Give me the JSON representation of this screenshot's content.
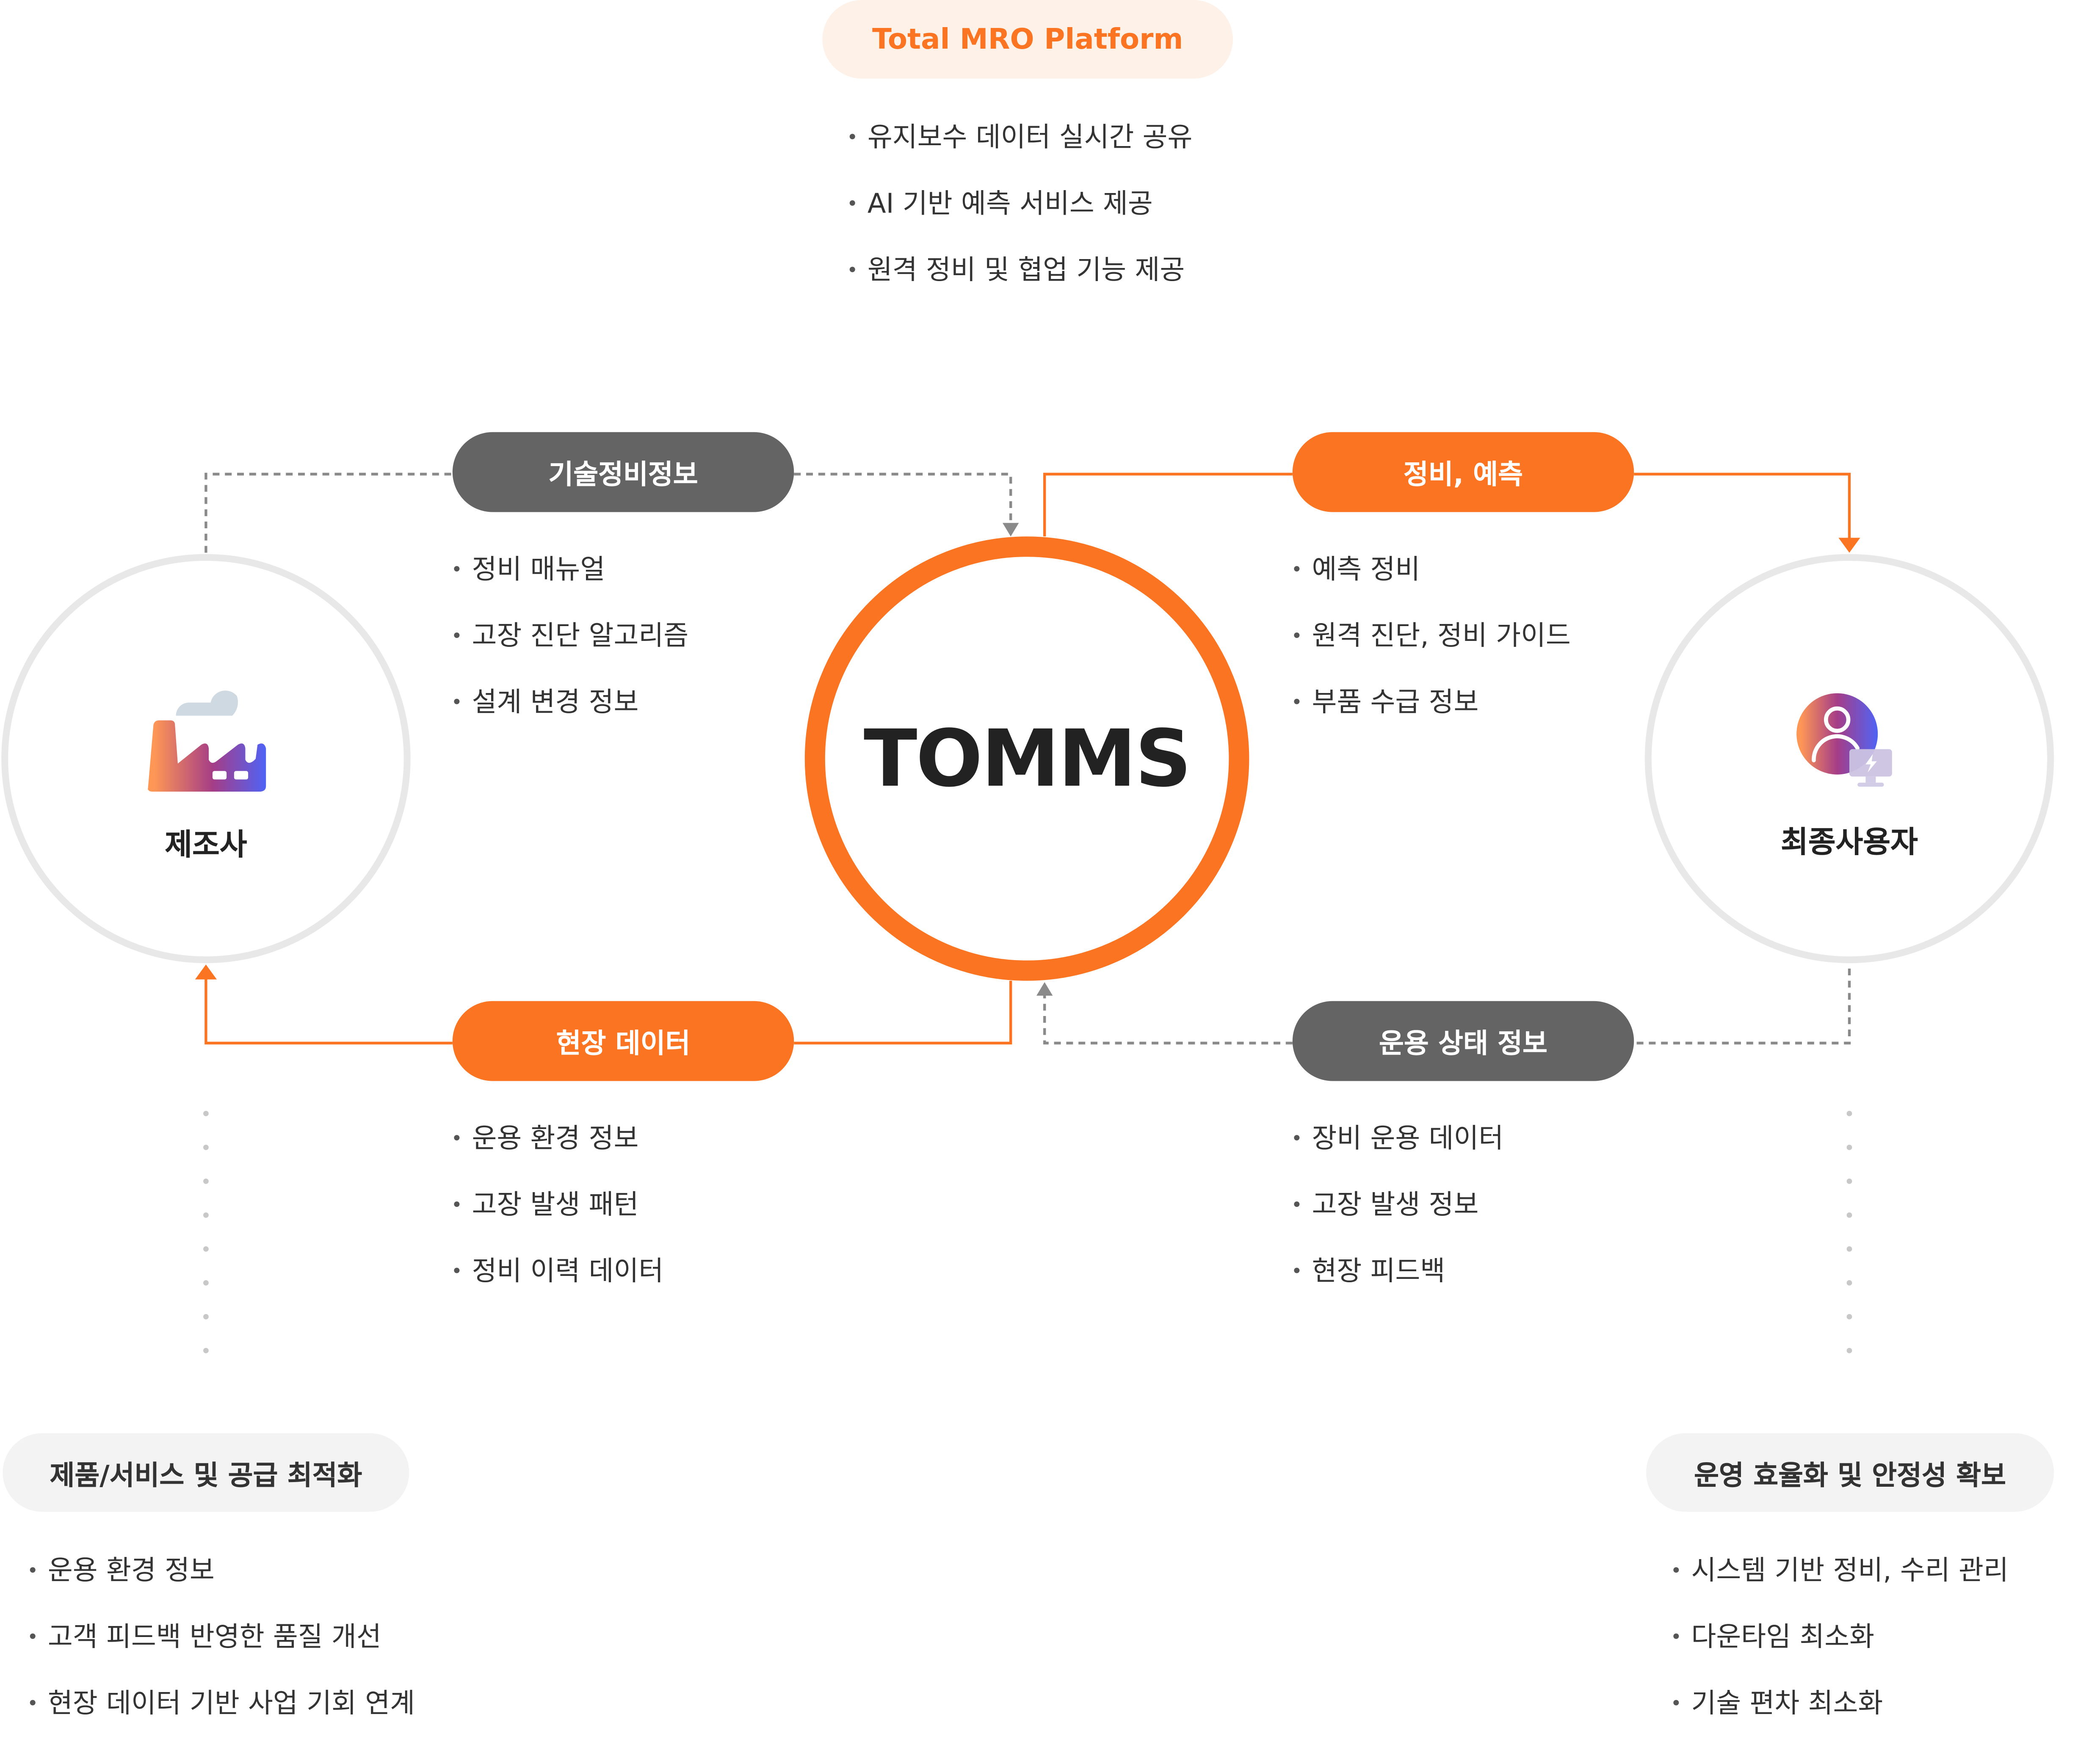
{
  "platform": {
    "title": "Total MRO Platform",
    "items": [
      "유지보수 데이터 실시간 공유",
      "AI 기반 예측 서비스 제공",
      "원격 정비 및 협업 기능 제공"
    ]
  },
  "center": {
    "label": "TOMMS"
  },
  "manufacturer": {
    "label": "제조사",
    "icon": "factory-icon"
  },
  "end_user": {
    "label": "최종사용자",
    "icon": "user-monitor-icon"
  },
  "flows": {
    "tech_info": {
      "label": "기술정비정보",
      "items": [
        "정비 매뉴얼",
        "고장 진단 알고리즘",
        "설계 변경 정보"
      ]
    },
    "maintenance": {
      "label": "정비, 예측",
      "items": [
        "예측 정비",
        "원격 진단, 정비 가이드",
        "부품 수급 정보"
      ]
    },
    "field_data": {
      "label": "현장 데이터",
      "items": [
        "운용 환경 정보",
        "고장 발생 패턴",
        "정비 이력 데이터"
      ]
    },
    "operation": {
      "label": "운용 상태 정보",
      "items": [
        "장비 운용 데이터",
        "고장 발생 정보",
        "현장 피드백"
      ]
    }
  },
  "outcomes": {
    "left": {
      "label": "제품/서비스 및 공급 최적화",
      "items": [
        "운용 환경 정보",
        "고객 피드백 반영한 품질 개선",
        "현장 데이터 기반 사업 기회 연계"
      ]
    },
    "right": {
      "label": "운영 효율화 및 안정성 확보",
      "items": [
        "시스템 기반 정비, 수리 관리",
        "다운타임 최소화",
        "기술 편차 최소화"
      ]
    }
  },
  "colors": {
    "orange": "#fa7421",
    "gray": "#646464",
    "ring": "#e8e8e8"
  }
}
